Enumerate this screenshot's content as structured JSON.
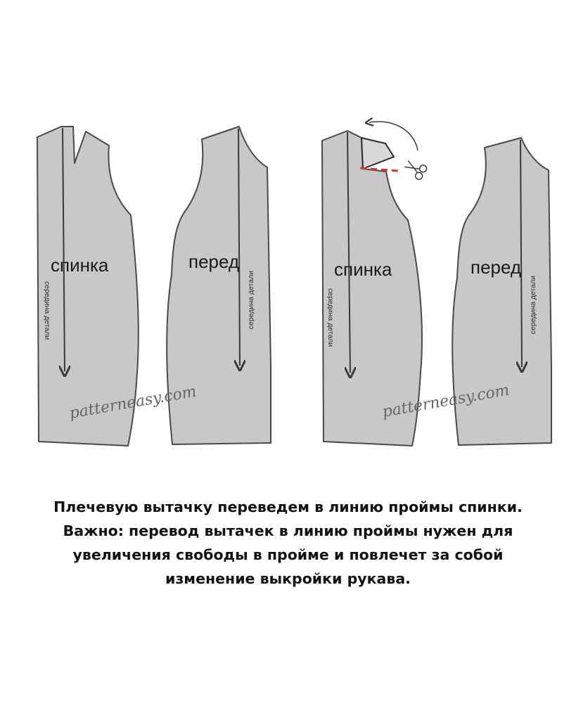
{
  "diagram": {
    "before": {
      "back_label": "спинка",
      "front_label": "перед",
      "back_center_label": "середина детали",
      "front_center_label": "середина детали"
    },
    "after": {
      "back_label": "спинка",
      "front_label": "перед",
      "back_center_label": "середина детали",
      "front_center_label": "середина детали",
      "scissors_icon": "scissors-icon",
      "rotate_arrow_icon": "curved-arrow-icon",
      "cut_line_color": "#e03030"
    },
    "piece_color": "#c8c8c8",
    "watermark": "patterneasy.com"
  },
  "caption": {
    "line1": "Плечевую вытачку переведем в линию проймы спинки.",
    "line2": "Важно: перевод вытачек в линию проймы нужен для",
    "line3": "увеличения свободы в пройме и повлечет за собой",
    "line4": "изменение выкройки рукава."
  }
}
